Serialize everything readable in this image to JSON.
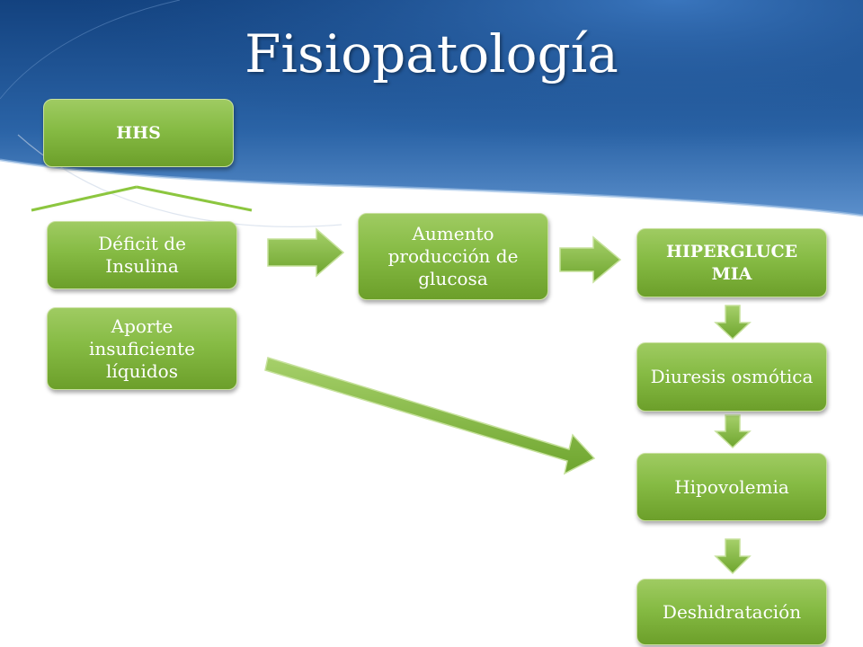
{
  "slide": {
    "title": "Fisiopatología"
  },
  "nodes": {
    "hhs": "HHS",
    "deficit": "Déficit de Insulina",
    "aporte": "Aporte insuficiente líquidos",
    "aumento": "Aumento producción de glucosa",
    "hiperglucemia": "HIPERGLUCE MIA",
    "diuresis": "Diuresis osmótica",
    "hipovolemia": "Hipovolemia",
    "deshidratacion": "Deshidratación"
  },
  "colors": {
    "header_blue": "#1b4f8f",
    "box_green": "#86bb44",
    "connector_green": "#8cc63f"
  }
}
